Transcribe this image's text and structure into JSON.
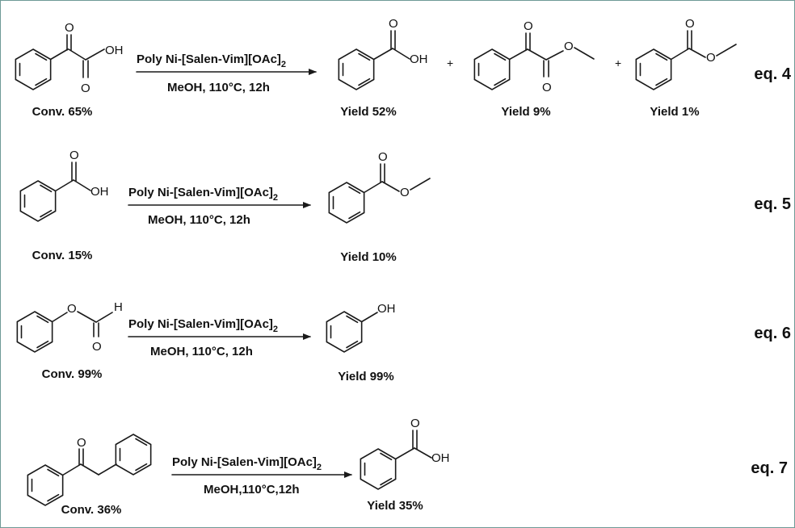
{
  "reactions": [
    {
      "equation": "eq. 4",
      "conditions": {
        "catalyst": "Poly Ni-[Salen-Vim][OAc]",
        "catalyst_sub": "2",
        "solvent": "MeOH, 110°C, 12h"
      },
      "reactant": {
        "label": "Conv. 65%"
      },
      "products": [
        {
          "label": "Yield 52%"
        },
        {
          "label": "Yield 9%"
        },
        {
          "label": "Yield 1%"
        }
      ],
      "plus": "+"
    },
    {
      "equation": "eq. 5",
      "conditions": {
        "catalyst": "Poly Ni-[Salen-Vim][OAc]",
        "catalyst_sub": "2",
        "solvent": "MeOH, 110°C, 12h"
      },
      "reactant": {
        "label": "Conv. 15%"
      },
      "products": [
        {
          "label": "Yield 10%"
        }
      ]
    },
    {
      "equation": "eq. 6",
      "conditions": {
        "catalyst": "Poly Ni-[Salen-Vim][OAc]",
        "catalyst_sub": "2",
        "solvent": "MeOH, 110°C, 12h"
      },
      "reactant": {
        "label": "Conv. 99%"
      },
      "products": [
        {
          "label": "Yield 99%"
        }
      ]
    },
    {
      "equation": "eq. 7",
      "conditions": {
        "catalyst": "Poly Ni-[Salen-Vim][OAc]",
        "catalyst_sub": "2",
        "solvent": "MeOH,110°C,12h"
      },
      "reactant": {
        "label": "Conv. 36%"
      },
      "products": [
        {
          "label": "Yield 35%"
        }
      ]
    }
  ],
  "atoms": {
    "O": "O",
    "OH": "OH",
    "H": "H"
  }
}
